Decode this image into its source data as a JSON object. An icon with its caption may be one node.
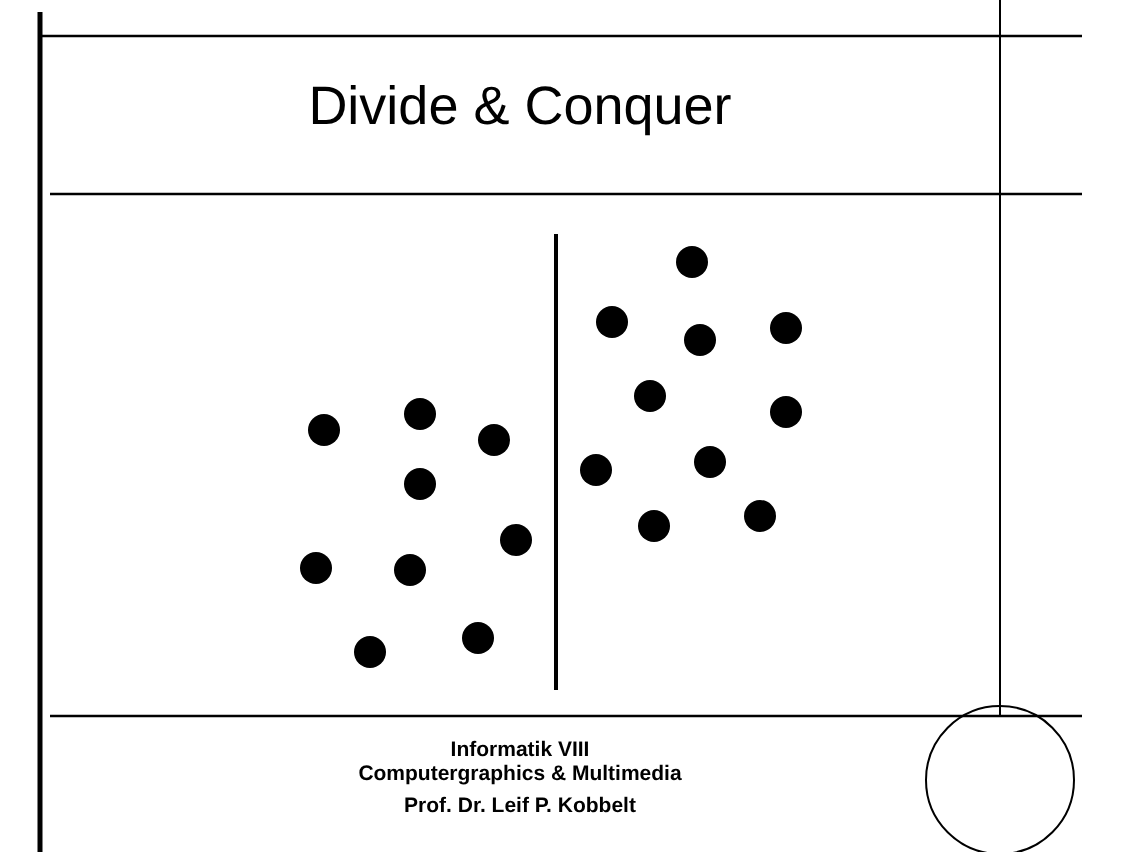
{
  "diagram": {
    "title": "Divide & Conquer",
    "labels": [
      "Informatik VIII",
      "Computergraphics & Multimedia",
      "Prof. Dr. Leif P. Kobbelt"
    ]
  }
}
